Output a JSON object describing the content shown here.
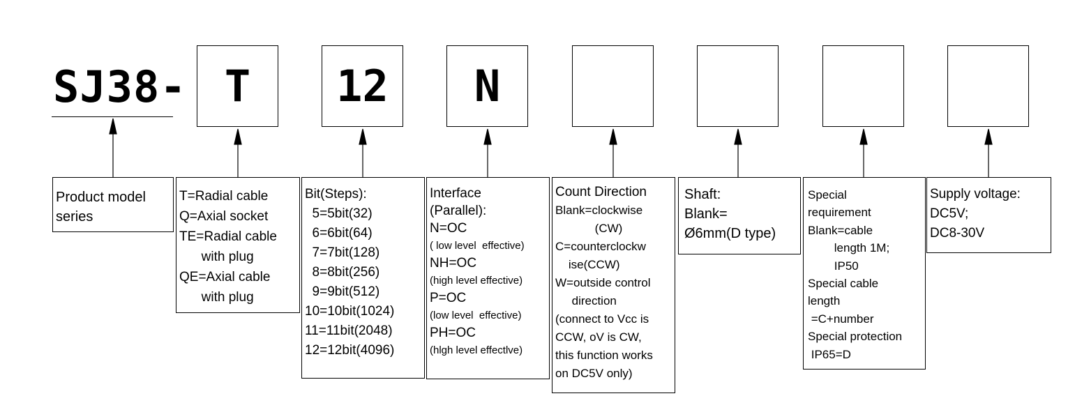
{
  "model_prefix": "SJ38-",
  "code_slots": [
    "T",
    "12",
    "N",
    "",
    "",
    "",
    ""
  ],
  "descriptions": {
    "product": [
      "Product model",
      "series"
    ],
    "cable": [
      "T=Radial cable",
      "Q=Axial socket",
      "TE=Radial cable",
      "      with plug",
      "QE=Axial cable",
      "      with plug"
    ],
    "bits_title": "Bit(Steps):",
    "bits": [
      "  5=5bit(32)",
      "  6=6bit(64)",
      "  7=7bit(128)",
      "  8=8bit(256)",
      "  9=9bit(512)",
      "10=10bit(1024)",
      "11=11bit(2048)",
      "12=12bit(4096)"
    ],
    "interface": {
      "title": "Interface",
      "subtitle": "(Parallel):",
      "n": "N=OC",
      "n_note": "( low level  effective)",
      "nh": "NH=OC",
      "nh_note": "(high level effective)",
      "p": "P=OC",
      "p_note": "(low level  effective)",
      "ph": "PH=OC",
      "ph_note": "(hlgh level effectlve)"
    },
    "count": [
      "Count Direction",
      "Blank=clockwise",
      "            (CW)",
      "C=counterclockw",
      "    ise(CCW)",
      "W=outside control",
      "     direction",
      "(connect to Vcc is",
      "CCW, oV is CW,",
      "this function works",
      "on DC5V only)"
    ],
    "shaft": [
      "Shaft:",
      "Blank=",
      "Ø6mm(D type)"
    ],
    "special": [
      "Special",
      "requirement",
      "Blank=cable",
      "        length 1M;",
      "        IP50",
      "Special cable",
      "length",
      " =C+number",
      "Special protection",
      " IP65=D"
    ],
    "supply": [
      "Supply voltage:",
      "DC5V;",
      "DC8-30V"
    ]
  }
}
